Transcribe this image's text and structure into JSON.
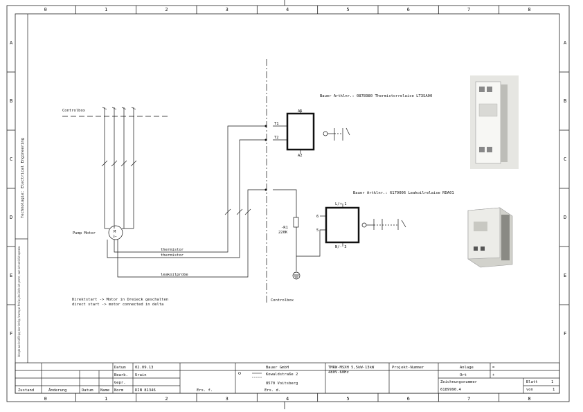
{
  "frame": {
    "columns": [
      "0",
      "1",
      "2",
      "3",
      "4",
      "5",
      "6",
      "7",
      "8"
    ],
    "rows": [
      "A",
      "B",
      "C",
      "D",
      "E",
      "F"
    ]
  },
  "side_label": "Technologie: Electrical Engineering",
  "copyright_note": "Weitergabe sowie Vervielfältigung dieser Unterlage, Verwertung und Mitteilung ihres Inhalts nicht gestattet, soweit nicht ausdrücklich zugestanden.",
  "schematic": {
    "controlbox_top": "Controlbox",
    "controlbox_bottom": "Controlbox",
    "pump_motor": "Pump Motor",
    "motor_symbol": "M",
    "motor_phase": "3~",
    "thermistor_1": "thermistor",
    "thermistor_2": "thermistor",
    "leakoilprobe": "leakoilprobe",
    "note_de": "Direktstart -> Motor in Dreieck geschalten",
    "note_en": "direct start -> motor connected in delta",
    "relay1_title": "Bauer Artklnr.: 0878980 Thermistorrelaise LT3SA00",
    "relay1_a1": "A1",
    "relay1_a2": "A2",
    "relay1_t1": "T1",
    "relay1_t2": "T2",
    "relay2_title": "Bauer Artklnr.: 6179006 Leakoilrelaise RDA01",
    "relay2_top": "L/+ 1",
    "relay2_bottom": "N/- 3",
    "relay2_pin6": "6",
    "relay2_pin5": "5",
    "resistor_name": "-R1",
    "resistor_value": "220K"
  },
  "title_block": {
    "datum_label": "Datum",
    "datum_value": "02.09.13",
    "bearb_label": "Bearb.",
    "bearb_value": "Urain",
    "gepr_label": "Gepr.",
    "norm_label": "Norm",
    "norm_value": "DIN 81346",
    "ers_f": "Ers. f.",
    "ers_d": "Ers. d.",
    "zustand": "Zustand",
    "aenderung": "Änderung",
    "datum_col": "Datum",
    "name_col": "Name",
    "company_1": "Bauer GmbH",
    "company_2": "Kowaldstraße 2",
    "company_3": "8570 Voitsberg",
    "product_1": "TMRW-MSXH 5,5kW-13kW",
    "product_2": "480V-60Hz",
    "projekt_label": "Projekt-Nummer",
    "anlage_label": "Anlage",
    "anlage_value": "=",
    "ort_label": "Ort",
    "ort_value": "+",
    "zeichnungsnummer_label": "Zeichnungsnummer",
    "zeichnungsnummer_value": "6189990.4",
    "blatt_label": "Blatt",
    "blatt_value": "1",
    "von_label": "von",
    "von_value": "1"
  }
}
